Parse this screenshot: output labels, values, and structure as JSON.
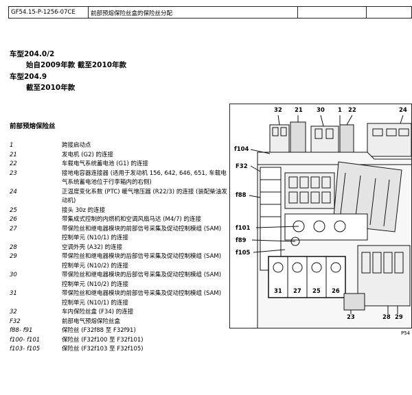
{
  "header": {
    "doc_code": "GF54.15-P-1256-07CE",
    "doc_title": "前部预熔保险丝盒的保险丝分配",
    "cell3": "",
    "cell4": ""
  },
  "models": [
    {
      "model": "车型204.0/2",
      "note": "始自2009年款 截至2010年款"
    },
    {
      "model": "车型204.9",
      "note": "截至2010年款"
    }
  ],
  "section_title": "前部预熔保险丝",
  "legend": [
    {
      "code": "1",
      "desc": "跨接启动点"
    },
    {
      "code": "21",
      "desc": "发电机 (G2) 的连接"
    },
    {
      "code": "22",
      "desc": "车载电气系统蓄电池 (G1) 的连接"
    },
    {
      "code": "23",
      "desc": "接地电容器连接器 (适用于发动机 156, 642, 646, 651, 车载电气系统蓄电池位于行李箱内的右侧)"
    },
    {
      "code": "24",
      "desc": "正温度变化系数 (PTC) 暖气增压器 (R22/3) 的连接 (装配柴油发动机)"
    },
    {
      "code": "25",
      "desc": "接头 30z 的连接"
    },
    {
      "code": "26",
      "desc": "带集成式控制的内燃机和空调风扇马达 (M4/7) 的连接"
    },
    {
      "code": "27",
      "desc": "带保险丝和继电器模块的前部信号采集及促动控制模组 (SAM) 控制单元 (N10/1) 的连接"
    },
    {
      "code": "28",
      "desc": "空调外壳 (A32) 的连接"
    },
    {
      "code": "29",
      "desc": "带保险丝和继电器模块的后部信号采集及促动控制模组 (SAM) 控制单元 (N10/2) 的连接"
    },
    {
      "code": "30",
      "desc": "带保险丝和继电器模块的后部信号采集及促动控制模组 (SAM) 控制单元 (N10/2) 的连接"
    },
    {
      "code": "31",
      "desc": "带保险丝和继电器模块的前部信号采集及促动控制模组 (SAM) 控制单元 (N10/1) 的连接"
    },
    {
      "code": "32",
      "desc": "车内保险丝盒 (F34) 的连接"
    },
    {
      "code": "F32",
      "desc": "前部电气预熔保险丝盒"
    },
    {
      "code": "f88- f91",
      "desc": "保险丝 (F32f88 至 F32f91)"
    },
    {
      "code": "f100- f101",
      "desc": "保险丝 (F32f100 至 F32f101)"
    },
    {
      "code": "f103- f105",
      "desc": "保险丝 (F32f103 至 F32f105)"
    }
  ],
  "diagram": {
    "top_labels": [
      "32",
      "21",
      "30",
      "1",
      "22",
      "24"
    ],
    "left_labels": [
      "f104",
      "F32",
      "f88",
      "f101",
      "f89",
      "f105"
    ],
    "bottom_box_labels": [
      "31",
      "27",
      "25",
      "26"
    ],
    "bottom_labels": [
      "23",
      "28",
      "29"
    ],
    "figure_code": "P54"
  }
}
